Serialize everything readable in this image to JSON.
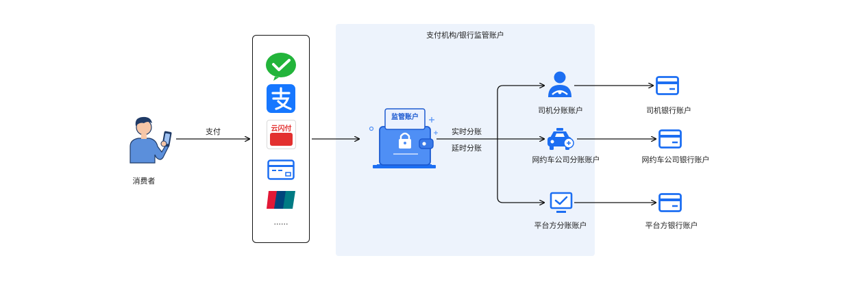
{
  "consumer": {
    "label": "消费者"
  },
  "pay_edge": {
    "label": "支付"
  },
  "payment_methods": {
    "items": [
      {
        "name": "wechat-pay-icon"
      },
      {
        "name": "alipay-icon"
      },
      {
        "name": "unionpay-quickpass-icon",
        "text": "云闪付"
      },
      {
        "name": "bank-card-icon"
      },
      {
        "name": "unionpay-icon"
      }
    ],
    "more": "......"
  },
  "panel": {
    "title": "支付机构/银行监管账户",
    "wallet_tag": "监管账户"
  },
  "split_labels": {
    "realtime": "实时分账",
    "delayed": "延时分账"
  },
  "sub_accounts": [
    {
      "label": "司机分账账户",
      "icon": "driver-icon"
    },
    {
      "label": "网约车公司分账账户",
      "icon": "car-icon"
    },
    {
      "label": "平台方分账账户",
      "icon": "monitor-check-icon"
    }
  ],
  "bank_accounts": [
    {
      "label": "司机银行账户",
      "icon": "bank-card-icon"
    },
    {
      "label": "网约车公司银行账户",
      "icon": "bank-card-icon"
    },
    {
      "label": "平台方银行账户",
      "icon": "bank-card-icon"
    }
  ],
  "colors": {
    "accent": "#1c6ef2",
    "panel": "#edf3fc",
    "line": "#111111"
  }
}
